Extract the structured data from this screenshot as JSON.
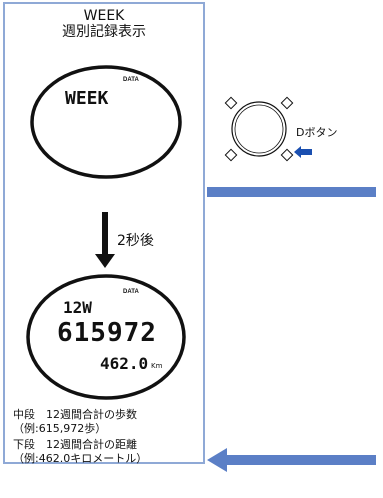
{
  "panel": {
    "title_en": "WEEK",
    "title_jp": "週別記録表示"
  },
  "watch1": {
    "data_label": "DATA",
    "display": "WEEK"
  },
  "transition": {
    "label": "2秒後"
  },
  "watch2": {
    "data_label": "DATA",
    "week_no": "12W",
    "steps": "615972",
    "distance": "462.0",
    "unit": "Km"
  },
  "captions": {
    "line1": "中段　12週間合計の歩数",
    "line2": "（例:615,972歩）",
    "line3": "下段　12週間合計の距離",
    "line4": "（例:462.0キロメートル）"
  },
  "button_diagram": {
    "label": "Dボタン"
  },
  "colors": {
    "border": "#8fa9d6",
    "arrow_blue": "#1a4fb0",
    "bar_blue": "#5b7fc6"
  }
}
